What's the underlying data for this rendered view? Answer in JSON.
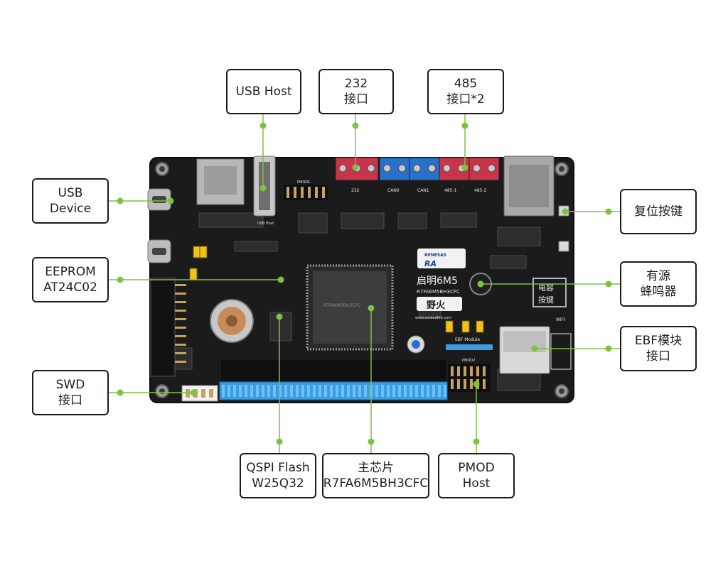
{
  "callouts": {
    "usb_host": {
      "lines": [
        "USB Host"
      ]
    },
    "rs232": {
      "lines": [
        "232",
        "接口"
      ]
    },
    "rs485": {
      "lines": [
        "485",
        "接口*2"
      ]
    },
    "usb_device": {
      "lines": [
        "USB",
        "Device"
      ]
    },
    "eeprom": {
      "lines": [
        "EEPROM",
        "AT24C02"
      ]
    },
    "swd": {
      "lines": [
        "SWD",
        "接口"
      ]
    },
    "reset_key": {
      "lines": [
        "复位按键"
      ]
    },
    "buzzer": {
      "lines": [
        "有源",
        "蜂鸣器"
      ]
    },
    "ebf_module": {
      "lines": [
        "EBF模块",
        "接口"
      ]
    },
    "qspi_flash": {
      "lines": [
        "QSPI Flash",
        "W25Q32"
      ]
    },
    "main_chip": {
      "lines": [
        "主芯片",
        "R7FA6M5BH3CFC"
      ]
    },
    "pmod": {
      "lines": [
        "PMOD",
        "Host"
      ]
    }
  },
  "board": {
    "brand": "RENESAS",
    "series": "RA",
    "name": "启明6M5",
    "part_number": "R7FA6M5BH3CFC",
    "maker": "野火",
    "website": "www.embedfire.com",
    "chip_marking": "R7FA6M5BH3CFC",
    "wifi_label": "WIFI",
    "ebf_label": "EBF Module",
    "connector_labels": {
      "usb_host": "USB Host",
      "pmod1": "PMOD1",
      "pmod2": "PMOD2",
      "rs232": "232",
      "can0": "CAN0",
      "can1": "CAN1",
      "rs485_1": "485-1",
      "rs485_2": "485-2"
    },
    "key_labels": [
      "电容",
      "按键"
    ]
  },
  "colors": {
    "pcb": "#1b1b1b",
    "callout_border": "#1a1a1a",
    "leader_line": "#7ec243",
    "header_pins": "#3b9de0",
    "terminal_red": "#c8354a",
    "terminal_blue": "#2a6fc9",
    "silkscreen": "#e6e6e6"
  }
}
